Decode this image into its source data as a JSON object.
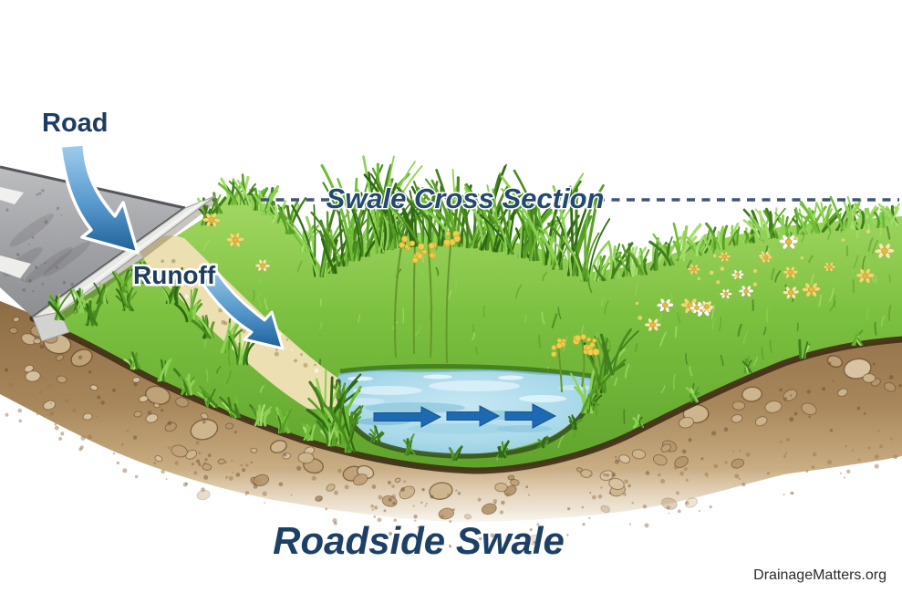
{
  "diagram": {
    "type": "illustrated cross-section",
    "subject": "roadside swale drainage"
  },
  "labels": {
    "road": "Road",
    "runoff": "Runoff",
    "cross_section": "Swale Cross Section",
    "main_title": "Roadside Swale",
    "watermark": "DrainageMatters.org"
  },
  "icons": {
    "road_arrow": "curved-blue-arrow-down-right",
    "runoff_arrow": "curved-blue-arrow-down-right",
    "flow_arrows": "three-right-arrows-in-water"
  },
  "colors": {
    "label_navy": "#1d3c5e",
    "title_navy": "#1d4066",
    "cross_section_navy": "#24496f",
    "dash_slate": "#3f5574",
    "arrow_blue_light": "#a8d4ef",
    "arrow_blue_dark": "#16578f",
    "flow_arrow_blue": "#1e6ab2",
    "water_light": "#cfeaf4",
    "water_mid": "#a9d9e9",
    "grass_light": "#a8dc68",
    "grass_dark": "#61a82e",
    "soil_brown": "#a9875c",
    "sand_tan": "#ecdfb2",
    "road_gray": "#a3a4a6",
    "curb_gray": "#e9e9e7",
    "watermark_gray": "#2b2b2b"
  }
}
